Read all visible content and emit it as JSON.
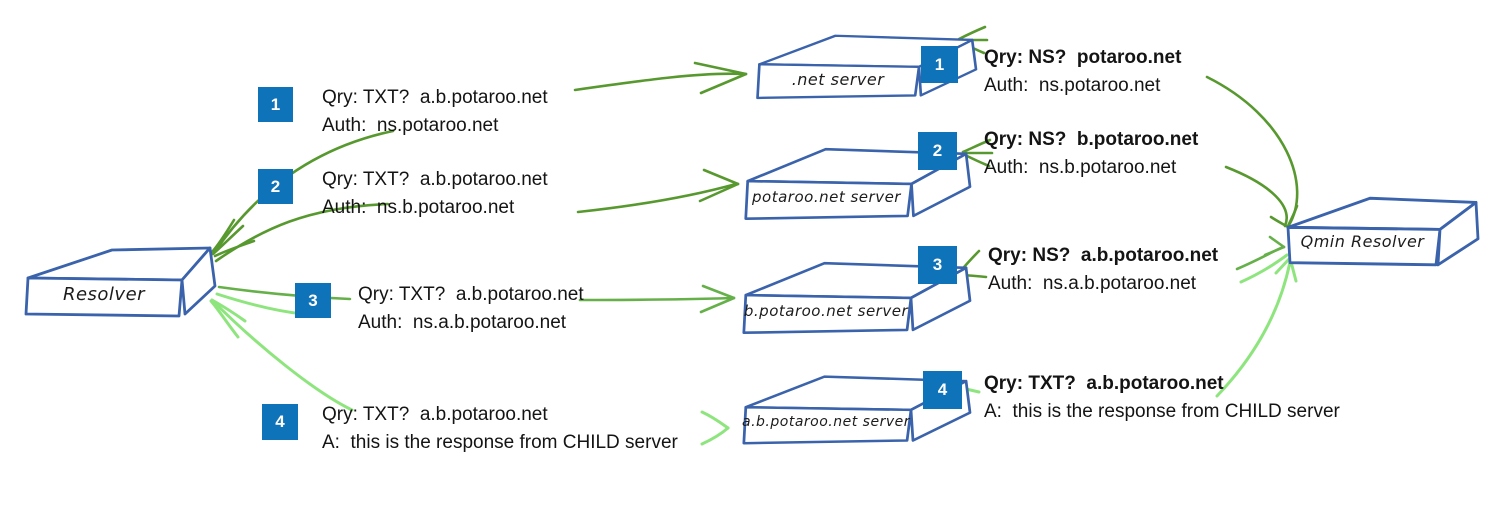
{
  "diagram_title": "DNS query name minimisation resolution diagram",
  "resolver": {
    "label": "Resolver"
  },
  "qmin_resolver": {
    "label": "Qmin Resolver"
  },
  "servers": [
    {
      "label": ".net server",
      "badge": "1"
    },
    {
      "label": "potaroo.net server",
      "badge": "2"
    },
    {
      "label": "b.potaroo.net server",
      "badge": "3"
    },
    {
      "label": "a.b.potaroo.net server",
      "badge": "4"
    }
  ],
  "left_steps": [
    {
      "badge": "1",
      "qry": "Qry: TXT?  a.b.potaroo.net",
      "answer": "Auth:  ns.potaroo.net"
    },
    {
      "badge": "2",
      "qry": "Qry: TXT?  a.b.potaroo.net",
      "answer": "Auth:  ns.b.potaroo.net"
    },
    {
      "badge": "3",
      "qry": "Qry: TXT?  a.b.potaroo.net",
      "answer": "Auth:  ns.a.b.potaroo.net"
    },
    {
      "badge": "4",
      "qry": "Qry: TXT?  a.b.potaroo.net",
      "answer": "A:  this is the response from CHILD server"
    }
  ],
  "right_steps": [
    {
      "qry": "Qry: NS?  potaroo.net",
      "answer": "Auth:  ns.potaroo.net"
    },
    {
      "qry": "Qry: NS?  b.potaroo.net",
      "answer": "Auth:  ns.b.potaroo.net"
    },
    {
      "qry": "Qry: NS?  a.b.potaroo.net",
      "answer": "Auth:  ns.a.b.potaroo.net"
    },
    {
      "qry": "Qry: TXT?  a.b.potaroo.net",
      "answer": "A:  this is the response from CHILD server"
    }
  ],
  "colors": {
    "badge_blue": "#0e73b8",
    "box_stroke": "#3a63ac",
    "arrow_dark_green": "#58992f",
    "arrow_mid_green": "#66b04a",
    "arrow_light_green": "#8ee57e",
    "text_color": "#141414"
  }
}
